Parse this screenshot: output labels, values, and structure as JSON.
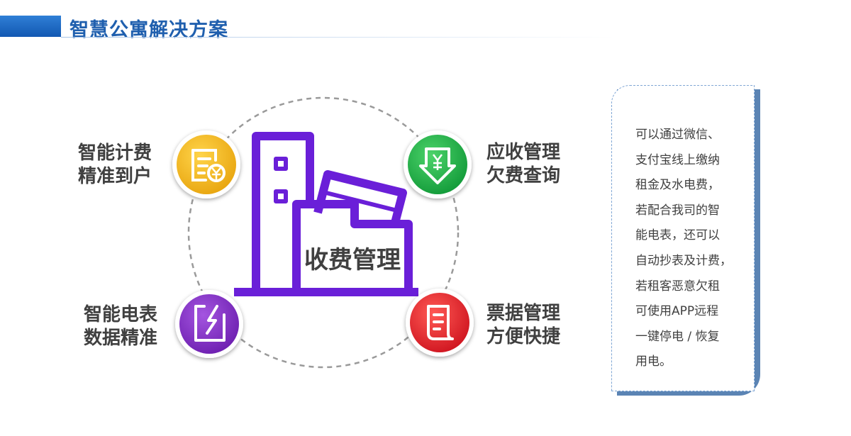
{
  "header": {
    "title": "智慧公寓解决方案"
  },
  "center": {
    "label": "收费管理"
  },
  "features": {
    "top_left": {
      "line1": "智能计费",
      "line2": "精准到户",
      "icon": "bill-coin-icon",
      "color": "#f0b824"
    },
    "top_right": {
      "line1": "应收管理",
      "line2": "欠费查询",
      "icon": "yen-down-arrow-icon",
      "color": "#22b04a"
    },
    "bottom_left": {
      "line1": "智能电表",
      "line2": "数据精准",
      "icon": "lightning-meter-icon",
      "color": "#8a2ec8"
    },
    "bottom_right": {
      "line1": "票据管理",
      "line2": "方便快捷",
      "icon": "receipt-icon",
      "color": "#e8262f"
    }
  },
  "info": {
    "lines": [
      "可以通过微信、",
      "支付宝线上缴纳",
      "租金及水电费，",
      "若配合我司的智",
      "能电表，还可以",
      "自动抄表及计费，",
      "若租客恶意欠租",
      "可使用APP远程",
      "一键停电 / 恢复",
      "用电。"
    ]
  },
  "colors": {
    "accent": "#1f5fae",
    "center_icon": "#6a1fd8"
  }
}
